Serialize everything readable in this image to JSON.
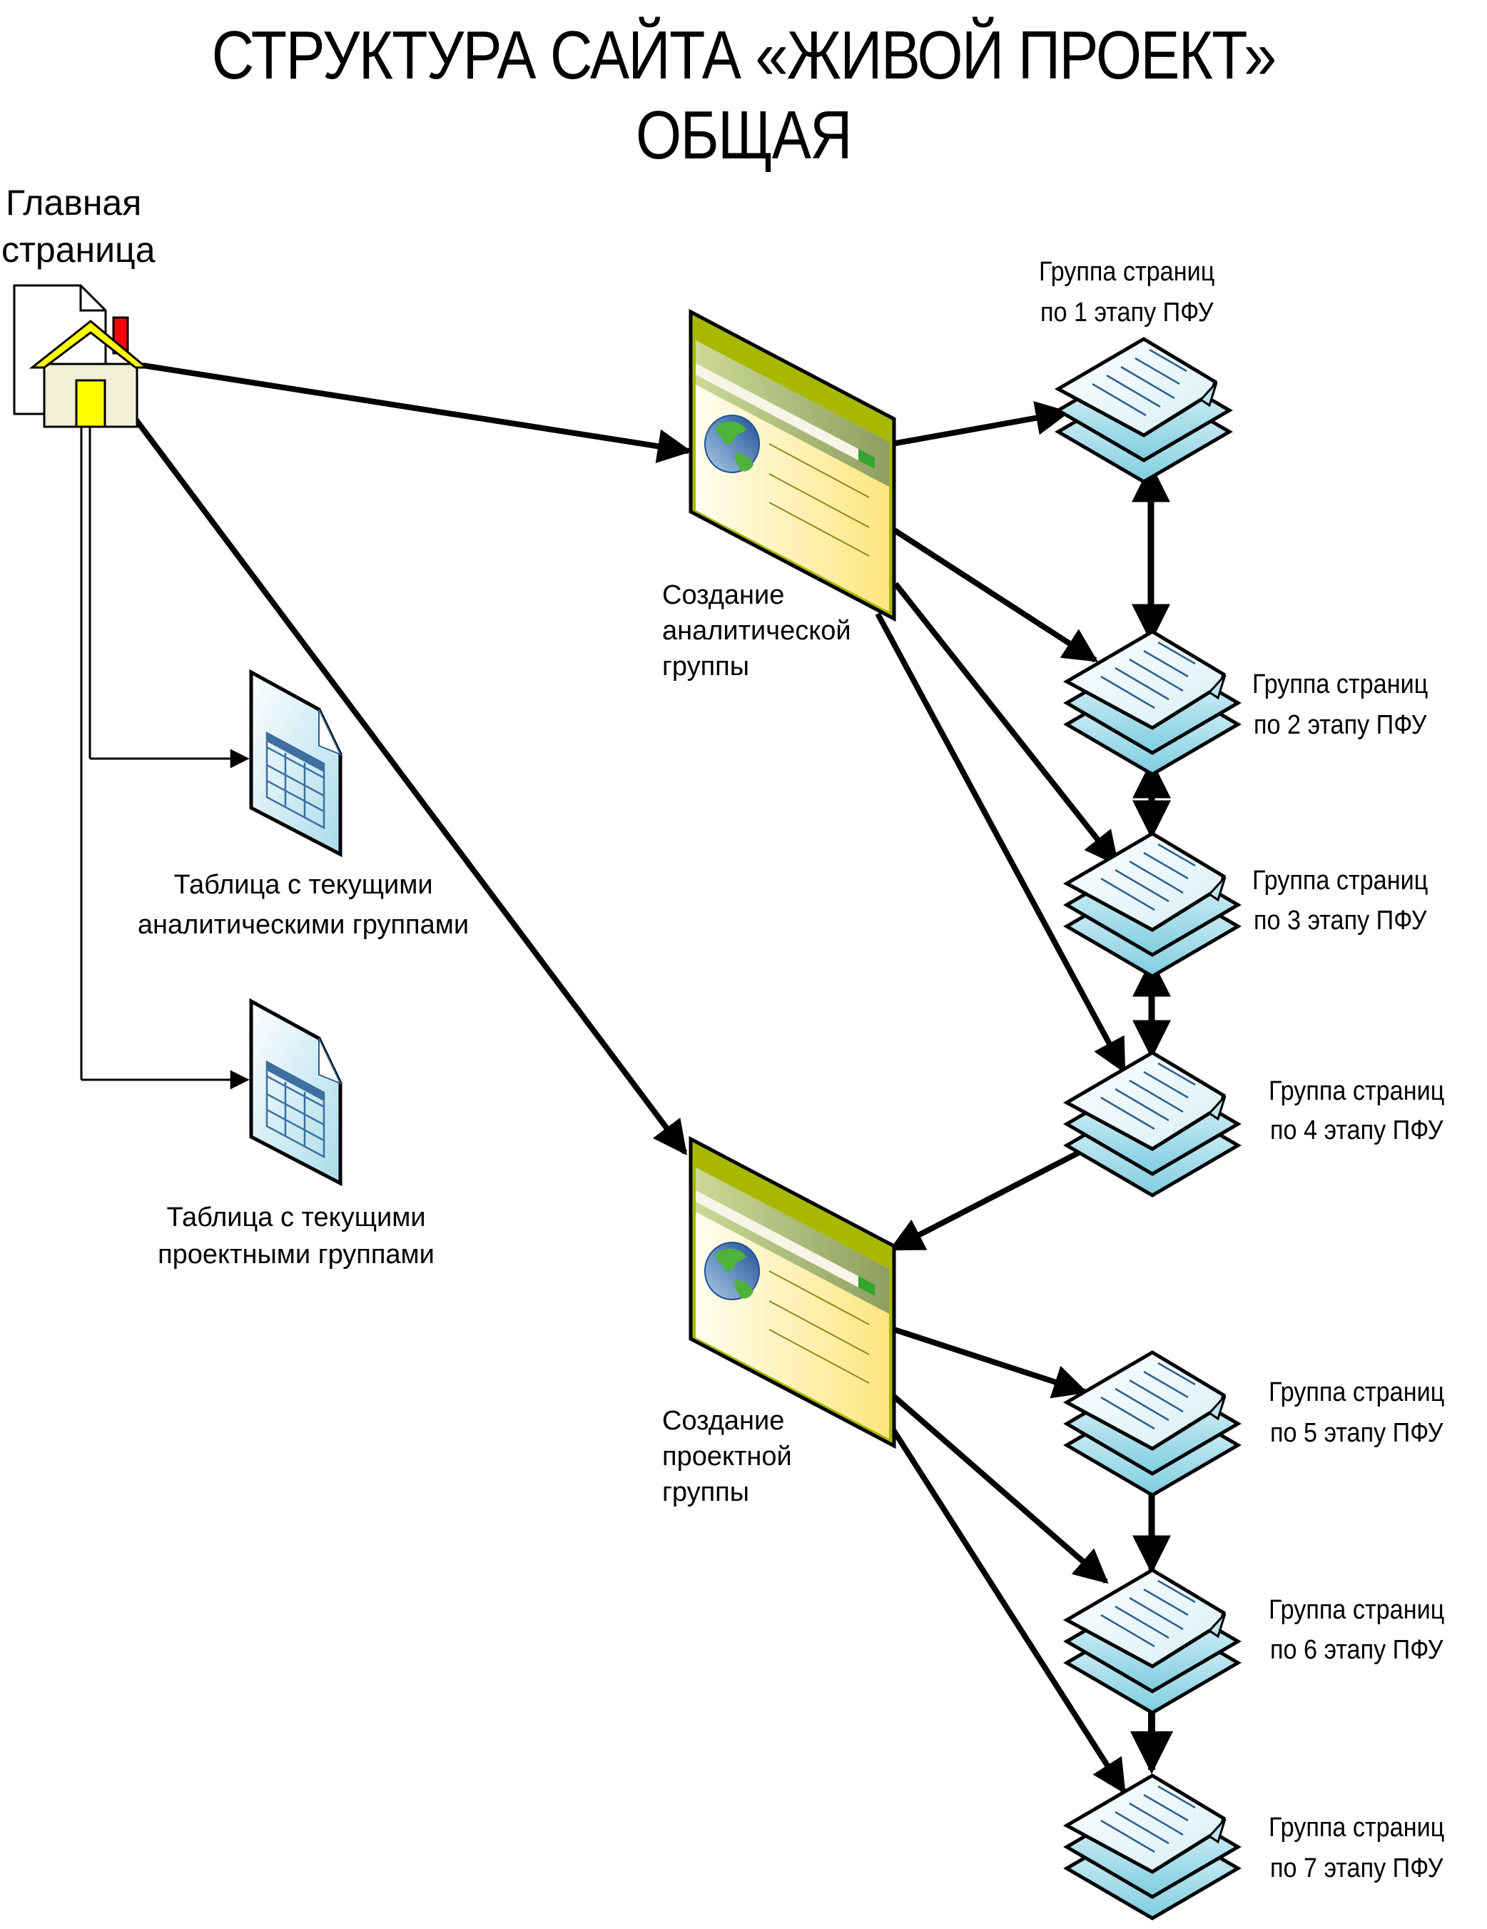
{
  "title": {
    "line1": "СТРУКТУРА САЙТА «ЖИВОЙ ПРОЕКТ»",
    "line2": "ОБЩАЯ"
  },
  "nodes": {
    "home": {
      "label_line1": "Главная",
      "label_line2": "страница",
      "icon": "home-page-icon"
    },
    "analytic_group": {
      "label_line1": "Создание",
      "label_line2": "аналитической",
      "label_line3": "группы",
      "icon": "web-page-icon"
    },
    "project_group": {
      "label_line1": "Создание",
      "label_line2": "проектной",
      "label_line3": "группы",
      "icon": "web-page-icon"
    },
    "analytic_table": {
      "label_line1": "Таблица с текущими",
      "label_line2": "аналитическими группами",
      "icon": "table-document-icon"
    },
    "project_table": {
      "label_line1": "Таблица с текущими",
      "label_line2": "проектными группами",
      "icon": "table-document-icon"
    },
    "stages": [
      {
        "line1": "Группа страниц",
        "line2": "по 1 этапу ПФУ"
      },
      {
        "line1": "Группа страниц",
        "line2": "по 2 этапу ПФУ"
      },
      {
        "line1": "Группа страниц",
        "line2": "по 3 этапу ПФУ"
      },
      {
        "line1": "Группа страниц",
        "line2": "по 4 этапу ПФУ"
      },
      {
        "line1": "Группа страниц",
        "line2": "по 5 этапу ПФУ"
      },
      {
        "line1": "Группа страниц",
        "line2": "по 6 этапу ПФУ"
      },
      {
        "line1": "Группа страниц",
        "line2": "по 7 этапу ПФУ"
      }
    ]
  },
  "edges": [
    {
      "from": "home",
      "to": "analytic_group",
      "type": "arrow"
    },
    {
      "from": "home",
      "to": "project_group",
      "type": "arrow"
    },
    {
      "from": "home",
      "to": "analytic_table",
      "type": "arrow-thin"
    },
    {
      "from": "home",
      "to": "project_table",
      "type": "arrow-thin"
    },
    {
      "from": "analytic_group",
      "to": "stage1",
      "type": "arrow"
    },
    {
      "from": "analytic_group",
      "to": "stage2",
      "type": "arrow"
    },
    {
      "from": "analytic_group",
      "to": "stage3",
      "type": "arrow"
    },
    {
      "from": "analytic_group",
      "to": "stage4",
      "type": "arrow"
    },
    {
      "from": "stage1",
      "to": "stage2",
      "type": "double-arrow"
    },
    {
      "from": "stage2",
      "to": "stage3",
      "type": "double-arrow"
    },
    {
      "from": "stage3",
      "to": "stage4",
      "type": "double-arrow"
    },
    {
      "from": "stage4",
      "to": "project_group",
      "type": "arrow"
    },
    {
      "from": "project_group",
      "to": "stage5",
      "type": "arrow"
    },
    {
      "from": "project_group",
      "to": "stage6",
      "type": "arrow"
    },
    {
      "from": "project_group",
      "to": "stage7",
      "type": "arrow"
    },
    {
      "from": "stage5",
      "to": "stage6",
      "type": "double-arrow"
    },
    {
      "from": "stage6",
      "to": "stage7",
      "type": "double-arrow"
    }
  ],
  "colors": {
    "house_wall": "#F0F0D8",
    "house_roof": "#FFFF00",
    "house_door": "#FFFF00",
    "chimney": "#FF0000",
    "browser_frame": "#A8B800",
    "browser_body": "#FFEE90",
    "doc_light": "#F2FAFD",
    "doc_dark": "#7ECDE0",
    "table_header": "#3E6FA0",
    "line": "#000000"
  }
}
